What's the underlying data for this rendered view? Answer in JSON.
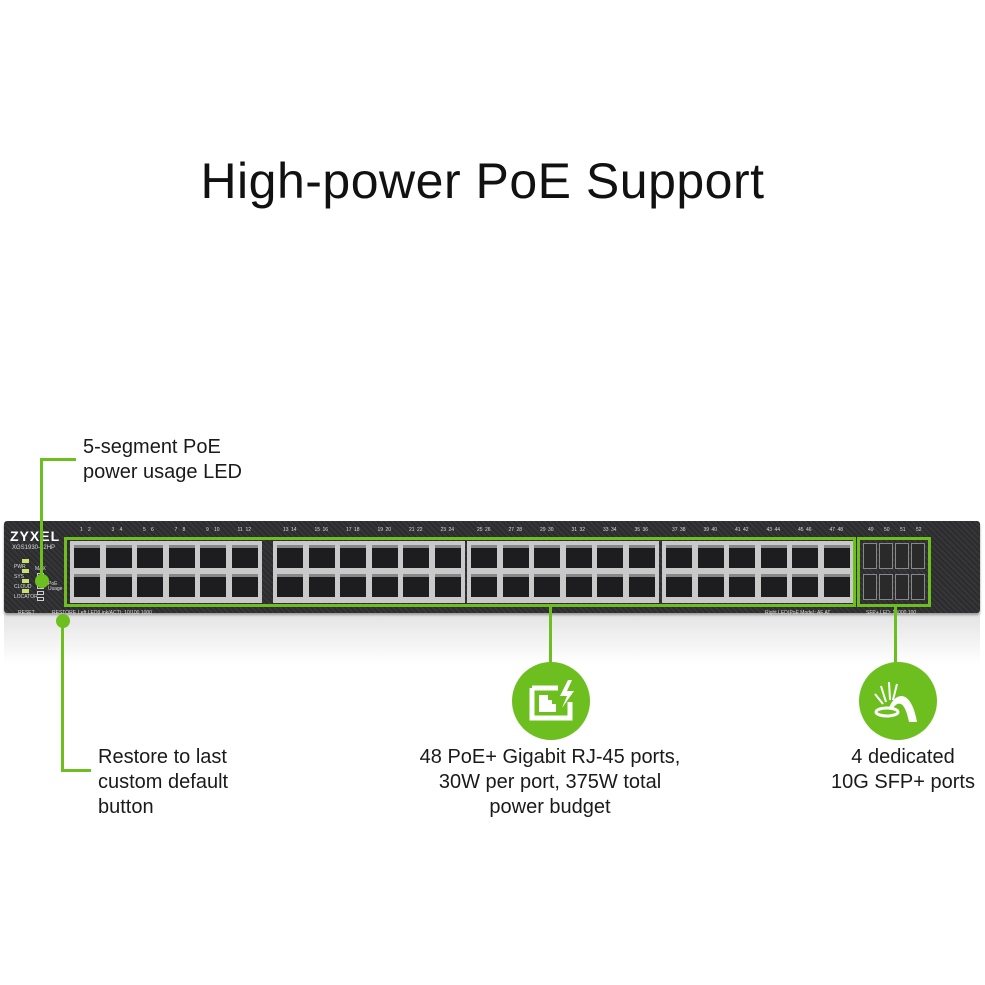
{
  "title": "High-power PoE Support",
  "switch": {
    "brand": "ZYXEL",
    "model": "XGS1930-52HP",
    "leds": [
      "PWR",
      "SYS",
      "CLOUD",
      "LOCATOR"
    ],
    "max_label": "MAX",
    "poe_usage_label": "PoE Usage",
    "reset_label": "RESET",
    "restore_label": "RESTORE",
    "left_led_legend": "Left LED(Link/ACT): 10/100 1000",
    "right_led_legend": "Right LED(PoE Mode): AF AT",
    "sfp_led_legend": "SFP+ LED: 10000 100",
    "port_numbers": [
      "1",
      "2",
      "3",
      "4",
      "5",
      "6",
      "7",
      "8",
      "9",
      "10",
      "11",
      "12",
      "13",
      "14",
      "15",
      "16",
      "17",
      "18",
      "19",
      "20",
      "21",
      "22",
      "23",
      "24",
      "25",
      "26",
      "27",
      "28",
      "29",
      "30",
      "31",
      "32",
      "33",
      "34",
      "35",
      "36",
      "37",
      "38",
      "39",
      "40",
      "41",
      "42",
      "43",
      "44",
      "45",
      "46",
      "47",
      "48",
      "49",
      "50",
      "51",
      "52"
    ]
  },
  "callouts": {
    "poe_led": [
      "5-segment PoE",
      "power usage LED"
    ],
    "restore": [
      "Restore to last",
      "custom default",
      "button"
    ],
    "ports": [
      "48 PoE+ Gigabit RJ-45 ports,",
      "30W per port, 375W total",
      "power budget"
    ],
    "sfp": [
      "4 dedicated",
      "10G SFP+ ports"
    ]
  },
  "colors": {
    "accent": "#6cbf1e"
  }
}
